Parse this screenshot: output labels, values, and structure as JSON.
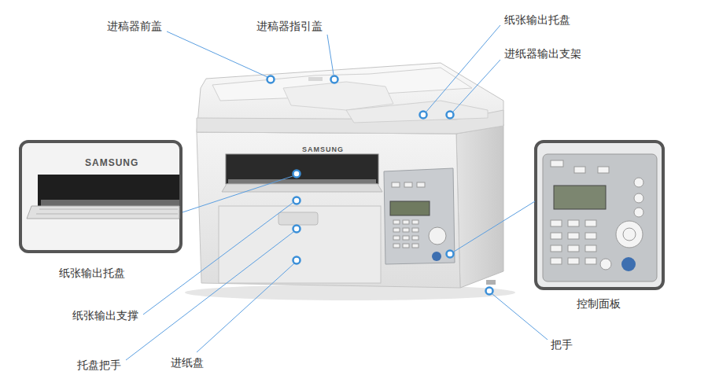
{
  "diagram": {
    "labels": [
      "进稿器前盖",
      "进稿器指引盖",
      "纸张输出托盘",
      "进纸器输出支架",
      "纸张输出托盘",
      "纸张输出支撑",
      "托盘把手",
      "进纸盘",
      "控制面板",
      "把手",
      "SAMSUNG",
      "SAMSUNG"
    ]
  }
}
